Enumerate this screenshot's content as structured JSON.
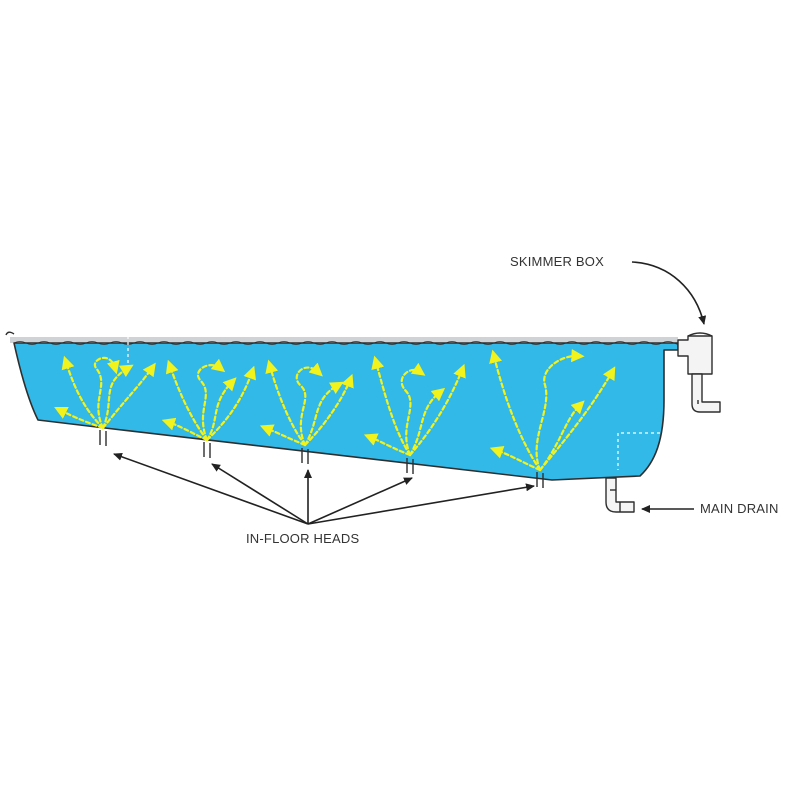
{
  "labels": {
    "skimmer_box": "SKIMMER BOX",
    "main_drain": "MAIN DRAIN",
    "in_floor_heads": "IN-FLOOR HEADS"
  },
  "colors": {
    "water": "#33b9e8",
    "pool_outline": "#2e2e2e",
    "flow_arrows": "#f2f21c",
    "surface_film": "#cfd3d6",
    "pipe": "#f4f4f4",
    "callout_arrows": "#222222",
    "label_text": "#333333",
    "dashed_guide": "#ffffff"
  },
  "in_floor_head_count": 5
}
